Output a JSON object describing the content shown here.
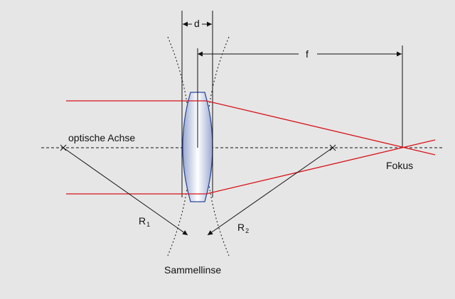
{
  "labels": {
    "d": "d",
    "f": "f",
    "axis": "optische Achse",
    "focus": "Fokus",
    "r1_main": "R",
    "r1_sub": "1",
    "r2_main": "R",
    "r2_sub": "2",
    "lens": "Sammellinse"
  },
  "colors": {
    "background": "#e6e6e6",
    "ray": "#d8141b",
    "lens_edge": "#2b4a9a",
    "lens_fill_center": "#ffffff",
    "lens_fill_edge": "#9aa8d0",
    "line": "#111111"
  }
}
